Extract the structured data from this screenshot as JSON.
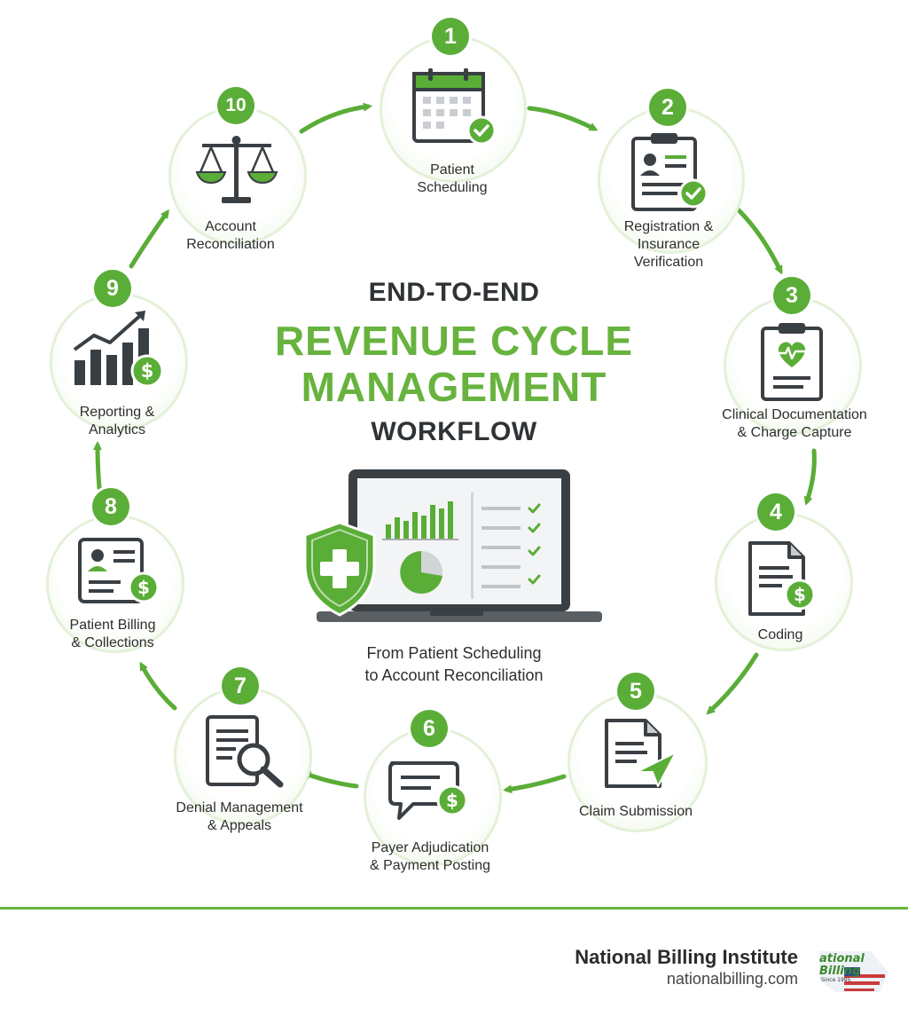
{
  "title": {
    "top": "END-TO-END",
    "main_line1": "REVENUE CYCLE",
    "main_line2": "MANAGEMENT",
    "bottom": "WORKFLOW"
  },
  "subtitle": {
    "line1": "From Patient Scheduling",
    "line2": "to Account Reconciliation"
  },
  "steps": [
    {
      "number": "1",
      "label_lines": [
        "Patient",
        "Scheduling"
      ],
      "icon": "calendar-check-icon"
    },
    {
      "number": "2",
      "label_lines": [
        "Registration &",
        "Insurance",
        "Verification"
      ],
      "icon": "clipboard-id-check-icon"
    },
    {
      "number": "3",
      "label_lines": [
        "Clinical Documentation",
        "& Charge Capture"
      ],
      "icon": "clipboard-heart-icon"
    },
    {
      "number": "4",
      "label_lines": [
        "Coding"
      ],
      "icon": "document-dollar-icon"
    },
    {
      "number": "5",
      "label_lines": [
        "Claim Submission"
      ],
      "icon": "document-send-icon"
    },
    {
      "number": "6",
      "label_lines": [
        "Payer Adjudication",
        "& Payment Posting"
      ],
      "icon": "chat-dollar-icon"
    },
    {
      "number": "7",
      "label_lines": [
        "Denial Management",
        "& Appeals"
      ],
      "icon": "document-search-icon"
    },
    {
      "number": "8",
      "label_lines": [
        "Patient Billing",
        "& Collections"
      ],
      "icon": "id-card-dollar-icon"
    },
    {
      "number": "9",
      "label_lines": [
        "Reporting &",
        "Analytics"
      ],
      "icon": "bar-chart-dollar-icon"
    },
    {
      "number": "10",
      "label_lines": [
        "Account",
        "Reconciliation"
      ],
      "icon": "balance-scale-icon"
    }
  ],
  "center_illustration": {
    "icons": [
      "laptop-dashboard-icon",
      "shield-plus-icon"
    ]
  },
  "footer": {
    "brand_name": "National Billing Institute",
    "url": "nationalbilling.com",
    "logo_icon": "national-billing-logo-icon"
  },
  "colors": {
    "accent": "#67b33e",
    "badge": "#5aad37",
    "dark_text": "#2f3336",
    "icon_dark": "#3a3f44"
  }
}
